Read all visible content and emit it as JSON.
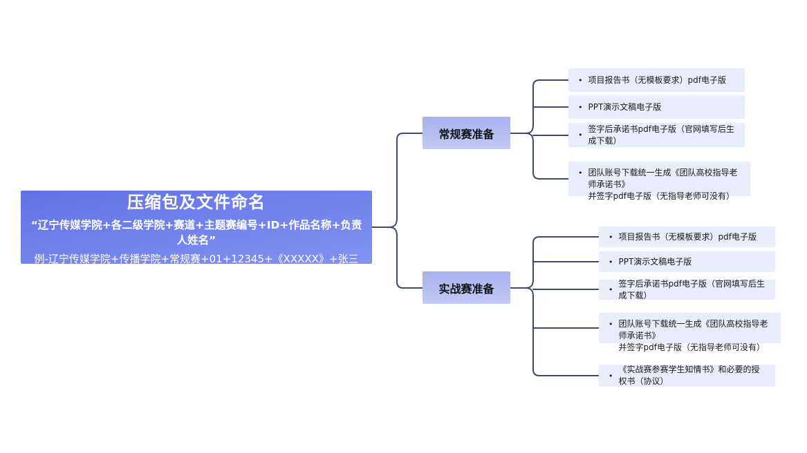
{
  "root": {
    "title": "压缩包及文件命名",
    "naming_rule": "“辽宁传媒学院+各二级学院+赛道+主题赛编号+ID+作品名称+负责人姓名”",
    "example": "例-辽宁传媒学院+传播学院+常规赛+01+12345+《XXXXX》+张三"
  },
  "branches": [
    {
      "label": "常规赛准备",
      "items": [
        "项目报告书（无模板要求）pdf电子版",
        "PPT演示文稿电子版",
        "签字后承诺书pdf电子版（官网填写后生成下载）",
        "团队账号下载统一生成《团队高校指导老师承诺书》\n并签字pdf电子版（无指导老师可没有）"
      ]
    },
    {
      "label": "实战赛准备",
      "items": [
        "项目报告书（无模板要求）pdf电子版",
        "PPT演示文稿电子版",
        "签字后承诺书pdf电子版（官网填写后生成下载）",
        "团队账号下载统一生成《团队高校指导老师承诺书》\n并签字pdf电子版（无指导老师可没有）",
        "《实战赛参赛学生知情书》和必要的授权书（协议）"
      ]
    }
  ],
  "bullet_glyph": "•",
  "colors": {
    "root_gradient_start": "#6172e5",
    "root_gradient_end": "#8292f3",
    "branch_fill_top": "#a7b1ee",
    "branch_fill_bottom": "#c3caf5",
    "leaf_fill": "#e9edfb",
    "connector_line": "#3d4769",
    "root_text": "#ffffff",
    "node_text": "#17181c"
  }
}
